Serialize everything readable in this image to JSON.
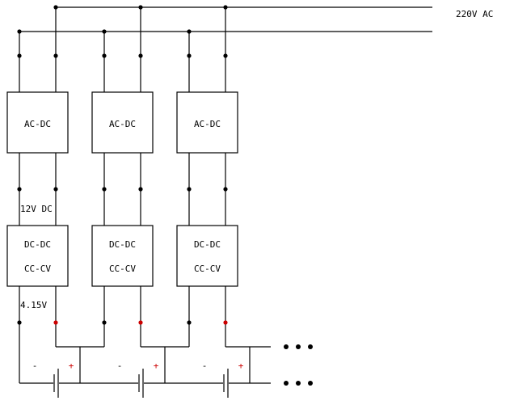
{
  "labels": {
    "ac_line": "220V AC",
    "dc12_note": "12V DC",
    "cv_note": "4.15V"
  },
  "stages": [
    {
      "acdc_label": "AC-DC",
      "dcdc_line1": "DC-DC",
      "dcdc_line2": "CC-CV",
      "minus": "-",
      "plus": "+"
    },
    {
      "acdc_label": "AC-DC",
      "dcdc_line1": "DC-DC",
      "dcdc_line2": "CC-CV",
      "minus": "-",
      "plus": "+"
    },
    {
      "acdc_label": "AC-DC",
      "dcdc_line1": "DC-DC",
      "dcdc_line2": "CC-CV",
      "minus": "-",
      "plus": "+"
    }
  ],
  "continuation": "more stages",
  "colors": {
    "wire": "#000000",
    "positive": "#cc0000",
    "background": "#ffffff"
  }
}
